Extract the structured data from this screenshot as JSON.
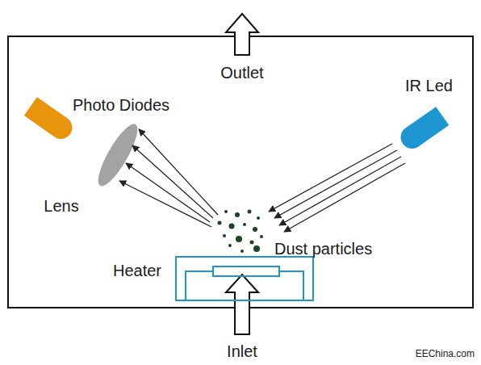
{
  "diagram": {
    "labels": [
      "Outlet",
      "Photo Diodes",
      "IR Led",
      "Lens",
      "Dust particles",
      "Heater",
      "Inlet",
      "EEChina.com"
    ]
  }
}
